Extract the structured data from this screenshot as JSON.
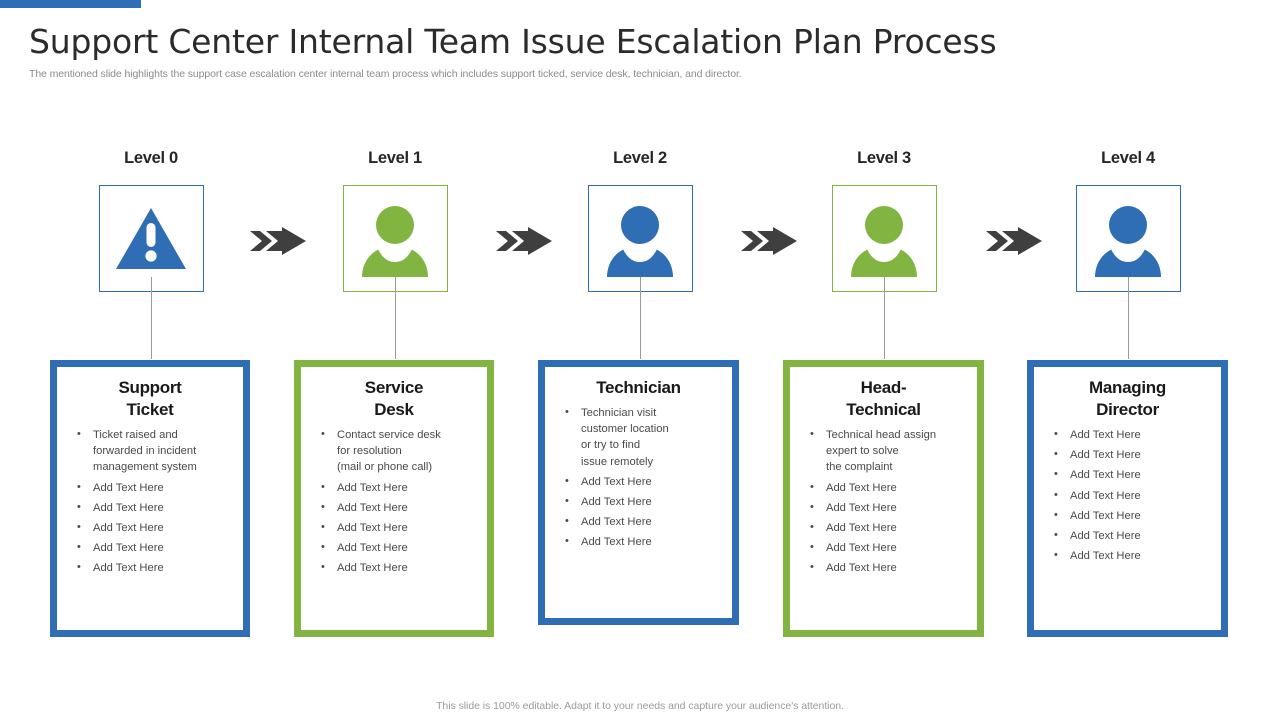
{
  "slide": {
    "title": "Support Center Internal Team Issue Escalation Plan Process",
    "subtitle": "The mentioned slide highlights the support case escalation center internal team process which includes support ticked, service desk, technician, and director.",
    "footer_note": "This slide is 100% editable. Adapt it to your needs and capture your audience's attention."
  },
  "colors": {
    "blue": "#2f6db5",
    "green": "#82b441",
    "arrow_gray": "#3f3f3f",
    "connector_gray": "#9a9a9a",
    "title_text": "#2b2b2b",
    "body_text": "#4a4a4a"
  },
  "arrows": [
    {
      "name": "arrow-level0-to-level1"
    },
    {
      "name": "arrow-level1-to-level2"
    },
    {
      "name": "arrow-level2-to-level3"
    },
    {
      "name": "arrow-level3-to-level4"
    }
  ],
  "steps": [
    {
      "level_label": "Level 0",
      "icon": "warning-triangle-icon",
      "accent": "#2f6db5",
      "title_line1": "Support",
      "title_line2": "Ticket",
      "bullets": [
        "Ticket raised and\nforwarded  in incident\nmanagement  system",
        "Add Text Here",
        "Add Text Here",
        "Add Text Here",
        "Add Text Here",
        "Add Text Here"
      ]
    },
    {
      "level_label": "Level 1",
      "icon": "person-icon",
      "accent": "#82b441",
      "title_line1": "Service",
      "title_line2": "Desk",
      "bullets": [
        "Contact service  desk\nfor resolution\n(mail or phone  call)",
        "Add Text Here",
        "Add Text Here",
        "Add Text Here",
        "Add Text Here",
        "Add Text Here"
      ]
    },
    {
      "level_label": "Level 2",
      "icon": "person-icon",
      "accent": "#2f6db5",
      "title_line1": "Technician",
      "title_line2": "",
      "bullets": [
        "Technician visit\ncustomer location\nor try to find\nissue remotely",
        "Add Text Here",
        "Add Text Here",
        "Add Text Here",
        "Add Text Here"
      ]
    },
    {
      "level_label": "Level 3",
      "icon": "person-icon",
      "accent": "#82b441",
      "title_line1": "Head-",
      "title_line2": "Technical",
      "bullets": [
        "Technical head assign\nexpert to solve\nthe complaint",
        "Add Text Here",
        "Add Text Here",
        "Add Text Here",
        "Add Text Here",
        "Add Text Here"
      ]
    },
    {
      "level_label": "Level 4",
      "icon": "person-icon",
      "accent": "#2f6db5",
      "title_line1": "Managing",
      "title_line2": "Director",
      "bullets": [
        "Add Text Here",
        "Add Text Here",
        "Add Text Here",
        "Add Text Here",
        "Add Text Here",
        "Add Text Here",
        "Add Text Here"
      ]
    }
  ]
}
